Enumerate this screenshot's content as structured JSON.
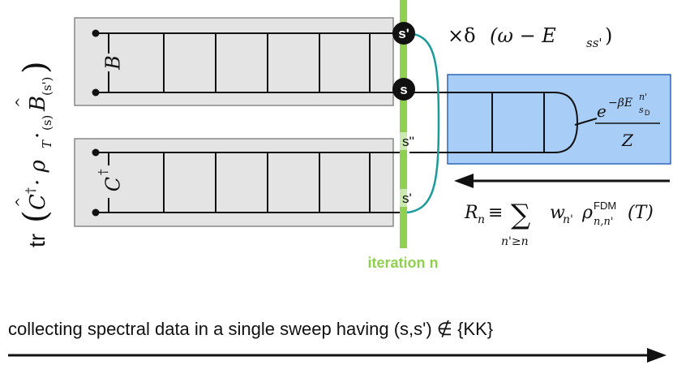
{
  "colors": {
    "box_fill": "#e4e4e4",
    "box_stroke": "#888888",
    "blue_fill": "#a8cdf7",
    "blue_stroke": "#2f66b5",
    "iteration_bar": "#8fd14f",
    "iteration_label": "#8fd14f",
    "arc": "#1a9a9a",
    "line": "#111111"
  },
  "labels": {
    "node_s_prime_top": "s'",
    "node_s": "s",
    "s_double_prime": "s''",
    "s_prime_bottom": "s'",
    "operator_b": "B",
    "operator_c": "C",
    "operator_c_dagger": "†",
    "iteration": "iteration n"
  },
  "formulas": {
    "trace_tr": "tr",
    "trace_c": "C",
    "trace_dagger": "†",
    "trace_middle": "· ρ",
    "trace_t": "T",
    "trace_s": "(s)",
    "trace_b": "B",
    "trace_bsub": "(s')",
    "delta_times": "×δ",
    "delta_arg": "(ω − E",
    "delta_sub": "ss'",
    "delta_close": ")",
    "weight_num_e": "e",
    "weight_num_exp": "−βE",
    "weight_num_exp_sup": "n'",
    "weight_num_exp_sub": "s",
    "weight_num_exp_subsub": "D",
    "weight_den": "Z",
    "rn_lhs": "R",
    "rn_lhs_sub": "n",
    "rn_equiv": "≡",
    "rn_sum": "∑",
    "rn_sum_sub": "n'≥n",
    "rn_w": "w",
    "rn_w_sub": "n'",
    "rn_rho": "ρ",
    "rn_rho_sup": "FDM",
    "rn_rho_sub": "n,n'",
    "rn_arg": "(T)"
  },
  "caption": "collecting spectral data in a single sweep having (s,s') ∉ {KK}"
}
